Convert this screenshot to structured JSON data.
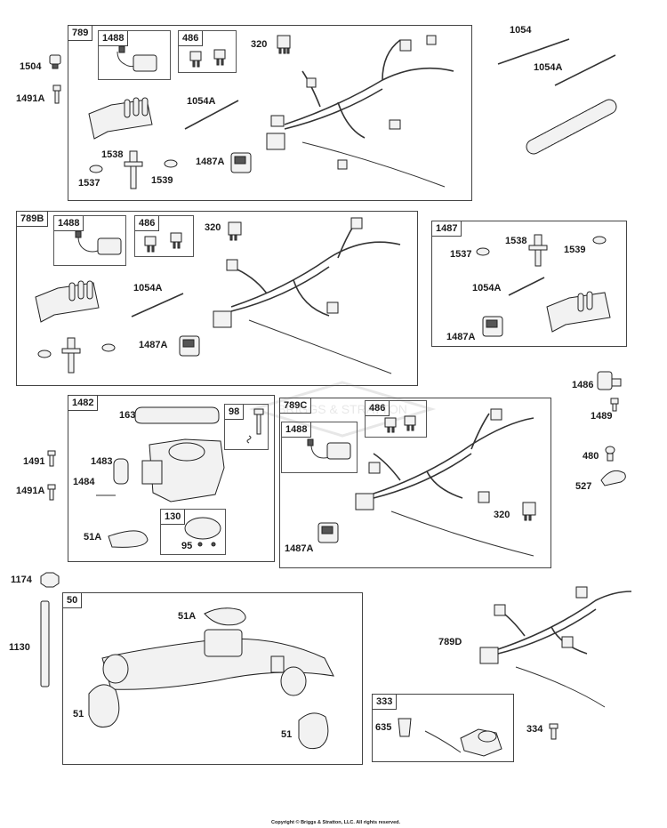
{
  "groups": {
    "g789": "789",
    "g789B": "789B",
    "g789C": "789C",
    "g1487": "1487",
    "g1482": "1482",
    "g50": "50",
    "g333": "333",
    "g1488": "1488",
    "g486": "486",
    "g98": "98",
    "g130": "130"
  },
  "labels": {
    "p1504": "1504",
    "p1491A": "1491A",
    "p1538": "1538",
    "p1537": "1537",
    "p1539": "1539",
    "p1054A": "1054A",
    "p1487A": "1487A",
    "p320": "320",
    "p1054": "1054",
    "p1486": "1486",
    "p1489": "1489",
    "p480": "480",
    "p527": "527",
    "p1491": "1491",
    "p163": "163",
    "p1483": "1483",
    "p1484": "1484",
    "p51A": "51A",
    "p95": "95",
    "p1174": "1174",
    "p1130": "1130",
    "p51": "51",
    "p789D": "789D",
    "p635": "635",
    "p334": "334"
  },
  "watermark": "BRIGGS & STRATTON",
  "footer": "Copyright © Briggs & Stratton, LLC. All rights reserved."
}
